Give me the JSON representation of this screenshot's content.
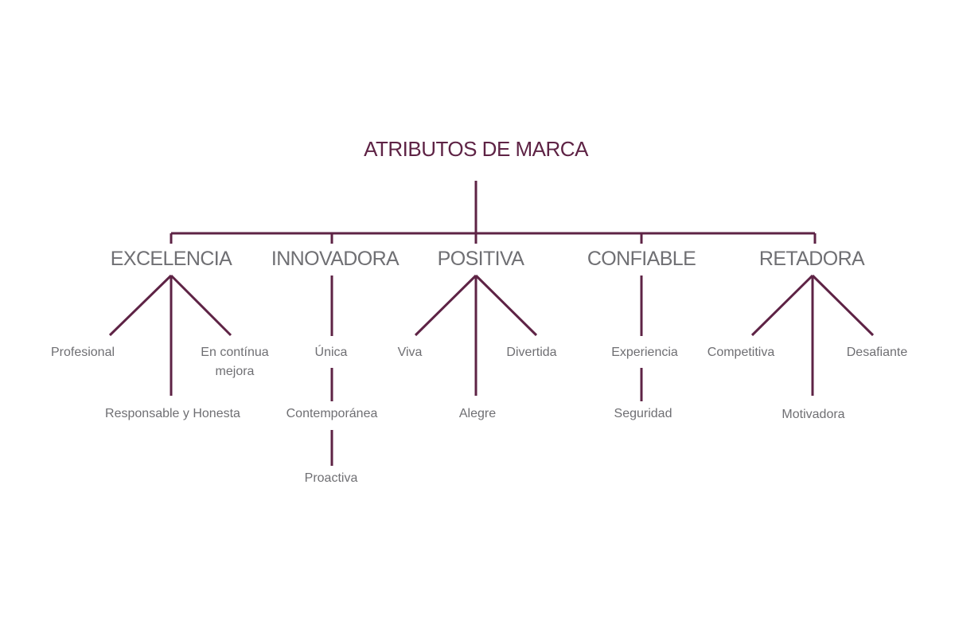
{
  "diagram": {
    "title": "ATRIBUTOS DE MARCA",
    "line_color": "#5e2345",
    "title_color": "#5e2345",
    "text_color": "#6f6f73",
    "categories": [
      {
        "label": "EXCELENCIA",
        "attributes": [
          "Profesional",
          "Responsable y Honesta",
          "En contínua mejora"
        ]
      },
      {
        "label": "INNOVADORA",
        "attributes": [
          "Única",
          "Contemporánea",
          "Proactiva"
        ]
      },
      {
        "label": "POSITIVA",
        "attributes": [
          "Viva",
          "Alegre",
          "Divertida"
        ]
      },
      {
        "label": "CONFIABLE",
        "attributes": [
          "Experiencia",
          "Seguridad"
        ]
      },
      {
        "label": "RETADORA",
        "attributes": [
          "Competitiva",
          "Motivadora",
          "Desafiante"
        ]
      }
    ]
  }
}
